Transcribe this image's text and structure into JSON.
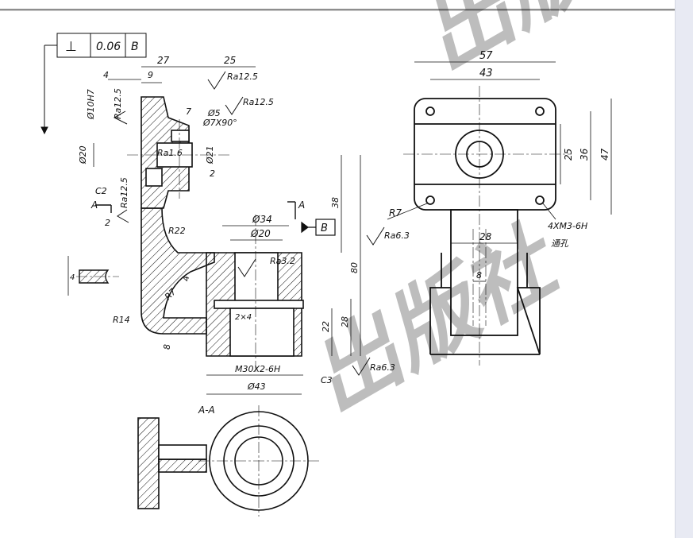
{
  "window": {
    "accent": "#e8eaf3",
    "line_color": "#111111"
  },
  "drawing": {
    "gdt": {
      "symbol": "⊥",
      "tolerance": "0.06",
      "datum": "B"
    },
    "datum_b": "B",
    "section_mark": "A",
    "section_title": "A-A",
    "dims": {
      "d27": "27",
      "d25": "25",
      "d4": "4",
      "d9": "9",
      "d7": "7",
      "d5": "Ø5",
      "d7x90": "Ø7X90°",
      "ra125_a": "Ra12.5",
      "ra125_b": "Ra12.5",
      "ra125_c": "Ra12.5",
      "ra125_d": "Ra12.5",
      "ra16": "Ra1.6",
      "ra32": "Ra3.2",
      "ra63_a": "Ra6.3",
      "ra63_b": "Ra6.3",
      "phi10h7": "Ø10H7",
      "phi20": "Ø20",
      "phi21": "Ø21",
      "c2": "C2",
      "two": "2",
      "two_b": "2",
      "r22": "R22",
      "r7a": "R7",
      "r14": "R14",
      "four": "4",
      "eight": "8",
      "phi34": "Ø34",
      "phi20b": "Ø20",
      "d38": "38",
      "d80": "80",
      "d22": "22",
      "d28": "28",
      "twox4": "2×4",
      "m30": "M30X2-6H",
      "phi43": "Ø43",
      "c3": "C3",
      "d4b": "4"
    },
    "side": {
      "d57": "57",
      "d43": "43",
      "d25": "25",
      "d36": "36",
      "d47": "47",
      "r7": "R7",
      "thread": "4XM3-6H",
      "note": "通孔",
      "d28": "28",
      "d8": "8"
    },
    "watermark": "出版社"
  }
}
